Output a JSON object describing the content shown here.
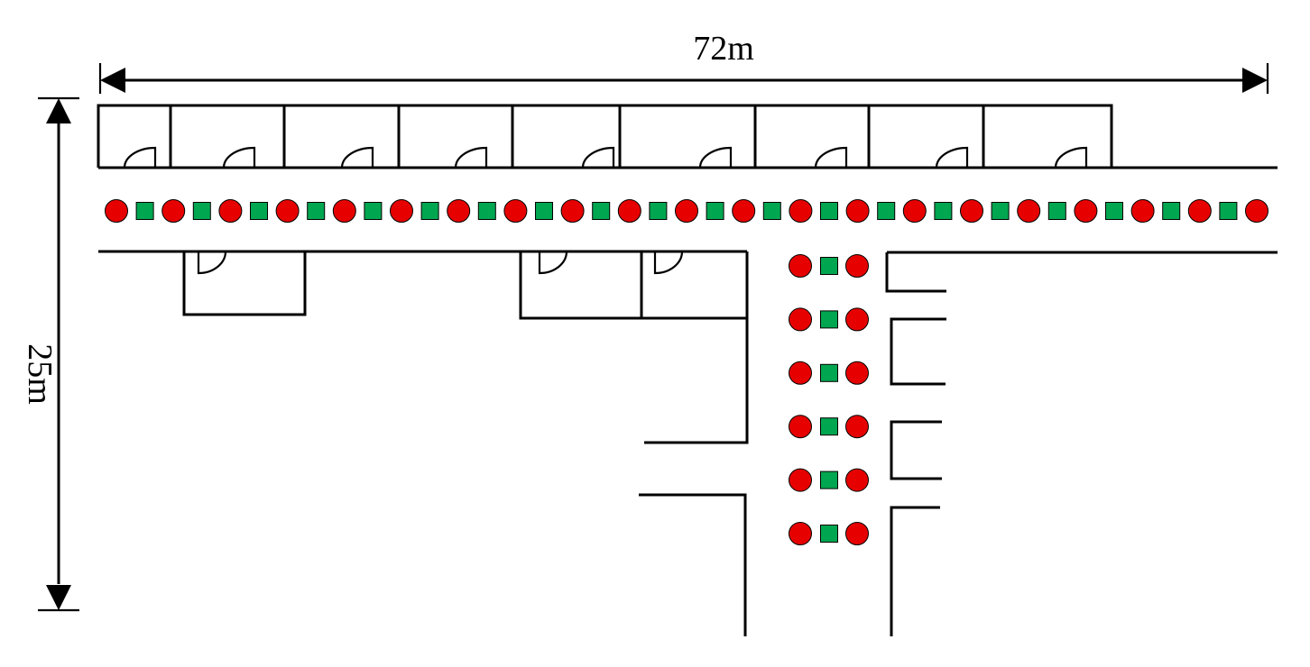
{
  "dimensions": {
    "width_label": "72m",
    "height_label": "25m"
  },
  "markers": {
    "circle_color": "#e60000",
    "square_color": "#00a650",
    "circle_icon": "red-circle-marker",
    "square_icon": "green-square-marker"
  }
}
